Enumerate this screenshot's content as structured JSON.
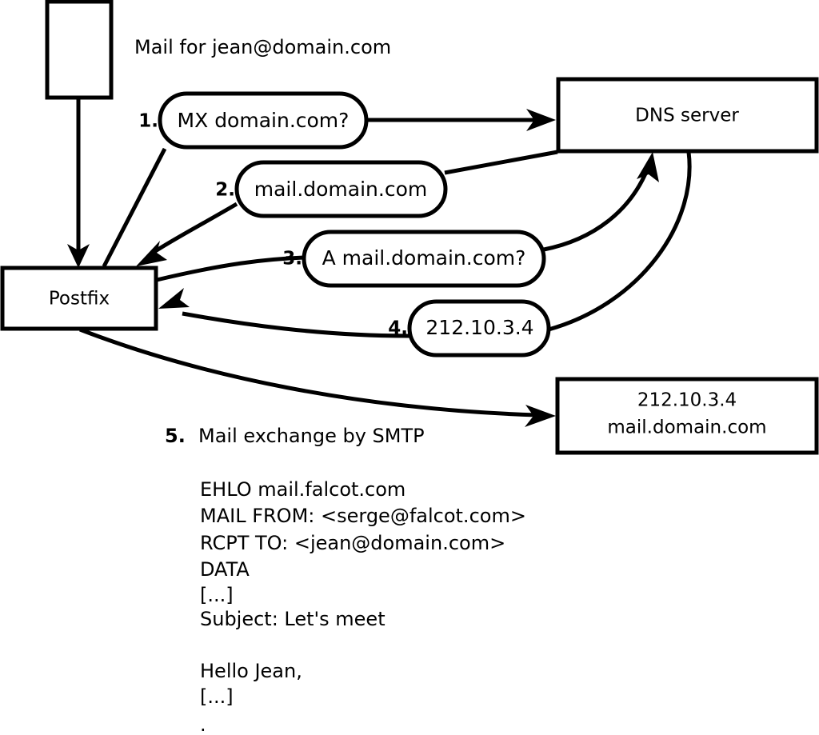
{
  "diagram": {
    "title_text": "Mail for jean@domain.com",
    "nodes": {
      "client_box": {
        "label": ""
      },
      "postfix_box": {
        "label": "Postfix"
      },
      "dns_box": {
        "label": "DNS server"
      },
      "mailserver_box": {
        "line1": "212.10.3.4",
        "line2": "mail.domain.com"
      }
    },
    "steps": [
      {
        "num": "1.",
        "message": "MX domain.com?"
      },
      {
        "num": "2.",
        "message": "mail.domain.com"
      },
      {
        "num": "3.",
        "message": "A mail.domain.com?"
      },
      {
        "num": "4.",
        "message": "212.10.3.4"
      }
    ],
    "step5": {
      "num": "5.",
      "caption": "Mail exchange by SMTP"
    },
    "smtp_transcript": [
      "EHLO mail.falcot.com",
      "MAIL FROM: <serge@falcot.com>",
      "RCPT TO: <jean@domain.com>",
      "DATA",
      "[...]",
      "Subject: Let's meet",
      "",
      "Hello Jean,",
      "[...]",
      "."
    ],
    "colors": {
      "stroke": "#000000",
      "fill": "#ffffff",
      "text": "#000000"
    }
  }
}
